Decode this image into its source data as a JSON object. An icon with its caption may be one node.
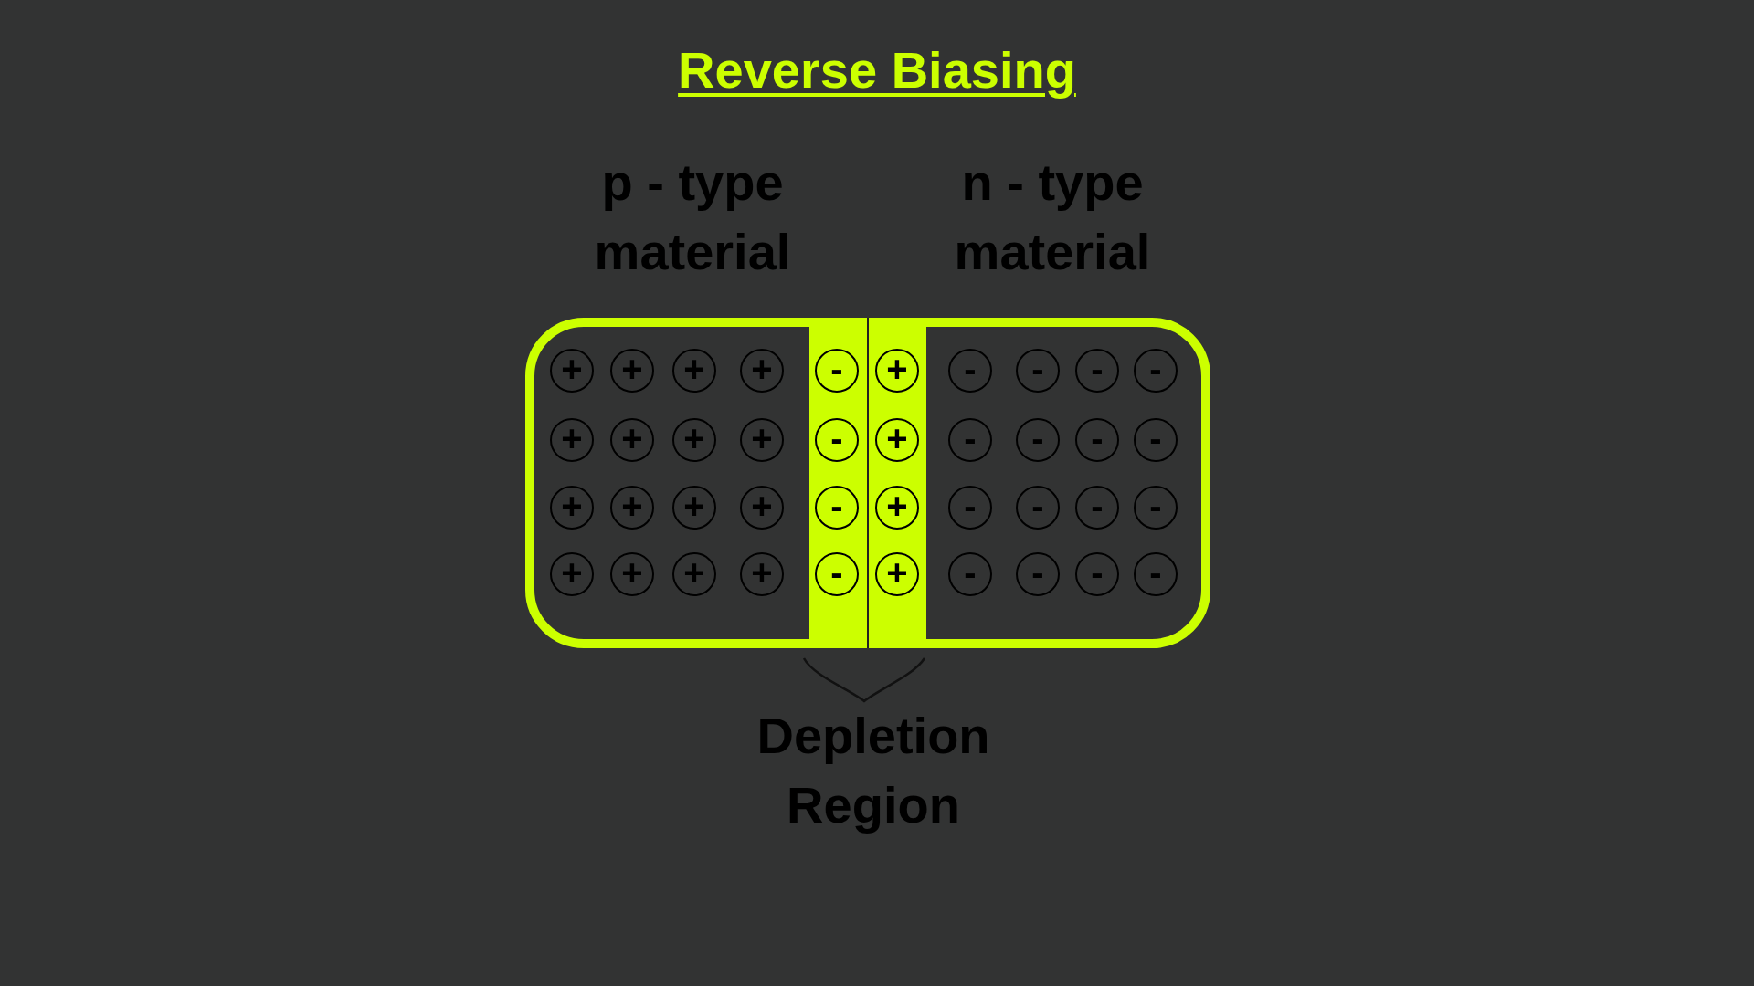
{
  "diagram": {
    "title": "Reverse Biasing",
    "nodes": [
      {
        "text": [],
        "shape": "box"
      },
      {
        "text": [],
        "shape": "bar",
        "in": 0
      },
      {
        "text": [
          "+"
        ],
        "in": 0
      },
      {
        "text": [
          "+"
        ],
        "in": 0
      },
      {
        "text": [
          "+"
        ],
        "in": 0
      },
      {
        "text": [
          "+"
        ],
        "in": 0
      },
      {
        "text": [
          "-"
        ],
        "in": 1
      },
      {
        "text": [
          "+"
        ],
        "in": 1
      },
      {
        "text": [
          "-"
        ],
        "in": 0
      },
      {
        "text": [
          "-"
        ],
        "in": 0
      },
      {
        "text": [
          "-"
        ],
        "in": 0
      },
      {
        "text": [
          "-"
        ],
        "in": 0
      },
      {
        "text": [
          "+"
        ],
        "in": 0
      },
      {
        "text": [
          "+"
        ],
        "in": 0
      },
      {
        "text": [
          "+"
        ],
        "in": 0
      },
      {
        "text": [
          "+"
        ],
        "in": 0
      },
      {
        "text": [
          "-"
        ],
        "in": 1
      },
      {
        "text": [
          "+"
        ],
        "in": 1
      },
      {
        "text": [
          "-"
        ],
        "in": 0
      },
      {
        "text": [
          "-"
        ],
        "in": 0
      },
      {
        "text": [
          "-"
        ],
        "in": 0
      },
      {
        "text": [
          "-"
        ],
        "in": 0
      },
      {
        "text": [
          "+"
        ],
        "in": 0
      },
      {
        "text": [
          "+"
        ],
        "in": 0
      },
      {
        "text": [
          "+"
        ],
        "in": 0
      },
      {
        "text": [
          "+"
        ],
        "in": 0
      },
      {
        "text": [
          "-"
        ],
        "in": 1
      },
      {
        "text": [
          "+"
        ],
        "in": 1
      },
      {
        "text": [
          "-"
        ],
        "in": 0
      },
      {
        "text": [
          "-"
        ],
        "in": 0
      },
      {
        "text": [
          "-"
        ],
        "in": 0
      },
      {
        "text": [
          "-"
        ],
        "in": 0
      },
      {
        "text": [
          "+"
        ],
        "in": 0
      },
      {
        "text": [
          "+"
        ],
        "in": 0
      },
      {
        "text": [
          "+"
        ],
        "in": 0
      },
      {
        "text": [
          "+"
        ],
        "in": 0
      },
      {
        "text": [
          "-"
        ],
        "in": 1
      },
      {
        "text": [
          "+"
        ],
        "in": 1
      },
      {
        "text": [
          "-"
        ],
        "in": 0
      },
      {
        "text": [
          "-"
        ],
        "in": 0
      },
      {
        "text": [
          "-"
        ],
        "in": 0
      },
      {
        "text": [
          "-"
        ],
        "in": 0
      }
    ],
    "labels": [
      "p - type material",
      "n - type material",
      "Depletion Region"
    ]
  }
}
